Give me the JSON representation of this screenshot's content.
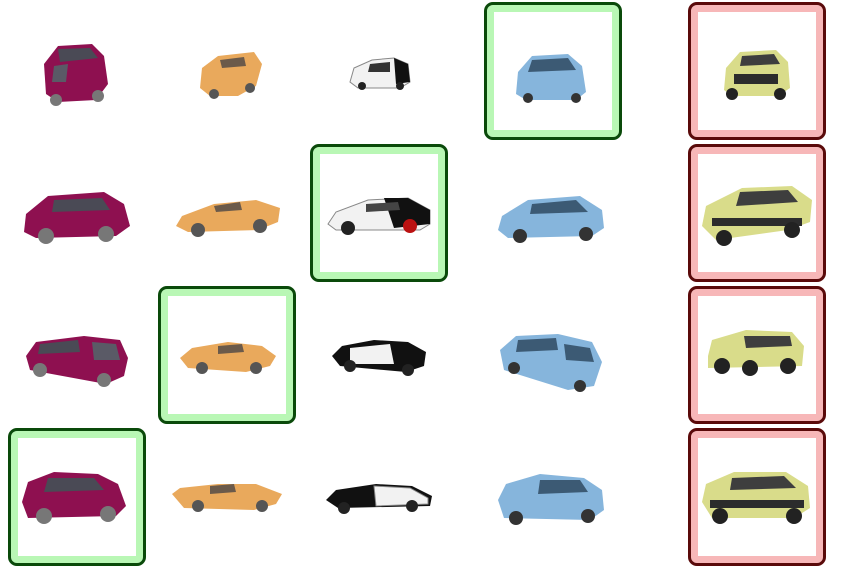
{
  "colors": {
    "green_outer": "#0a4a0a",
    "green_inner": "#b9f7b5",
    "red_outer": "#5a0a0a",
    "red_inner": "#f7b7b8",
    "car_magenta": "#8e1050",
    "car_orange": "#e9a95c",
    "car_black": "#111111",
    "car_blue": "#86b5dc",
    "car_yellow": "#d9dc8a"
  },
  "columns": [
    {
      "icon": "magenta-minivan-icon"
    },
    {
      "icon": "orange-sports-car-icon"
    },
    {
      "icon": "black-white-coupe-icon"
    },
    {
      "icon": "blue-hatchback-icon"
    },
    {
      "icon": "yellow-suv-icon"
    }
  ],
  "highlights": {
    "green": [
      [
        3,
        0
      ],
      [
        2,
        1
      ],
      [
        1,
        2
      ],
      [
        0,
        3
      ]
    ],
    "red": [
      [
        4,
        0
      ],
      [
        4,
        1
      ],
      [
        4,
        2
      ],
      [
        4,
        3
      ]
    ]
  }
}
